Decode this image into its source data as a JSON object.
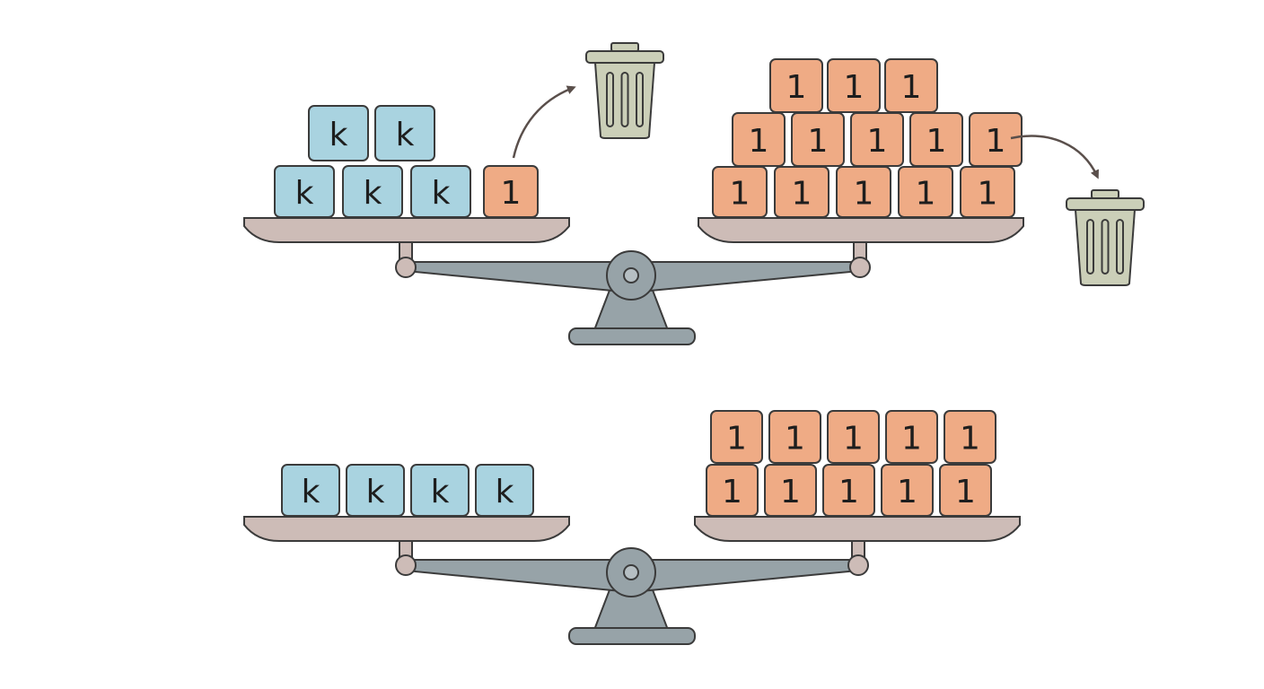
{
  "colors": {
    "k_tile": "#a9d3e0",
    "one_tile": "#efab85",
    "outline": "#3b3b3b",
    "pan": "#cdbcb7",
    "beam": "#97a3a8",
    "trash": "#cbcfb8",
    "arrow": "#5a4f4b"
  },
  "icons": [
    "trash-can-icon",
    "curved-arrow-icon",
    "balance-scale"
  ],
  "scales": [
    {
      "id": "top",
      "left_rows": [
        {
          "labels": [
            "k",
            "k",
            "k"
          ]
        },
        {
          "labels": [
            "k",
            "k"
          ]
        }
      ],
      "left_extra": {
        "label": "1",
        "discarded": true
      },
      "right_rows": [
        {
          "labels": [
            "1",
            "1",
            "1",
            "1",
            "1"
          ]
        },
        {
          "labels": [
            "1",
            "1",
            "1",
            "1",
            "1"
          ]
        },
        {
          "labels": [
            "1",
            "1",
            "1"
          ]
        }
      ],
      "right_discarded": true
    },
    {
      "id": "bottom",
      "left_rows": [
        {
          "labels": [
            "k",
            "k",
            "k",
            "k"
          ]
        }
      ],
      "right_rows": [
        {
          "labels": [
            "1",
            "1",
            "1",
            "1",
            "1"
          ]
        },
        {
          "labels": [
            "1",
            "1",
            "1",
            "1",
            "1"
          ]
        }
      ],
      "right_discarded": false
    }
  ]
}
